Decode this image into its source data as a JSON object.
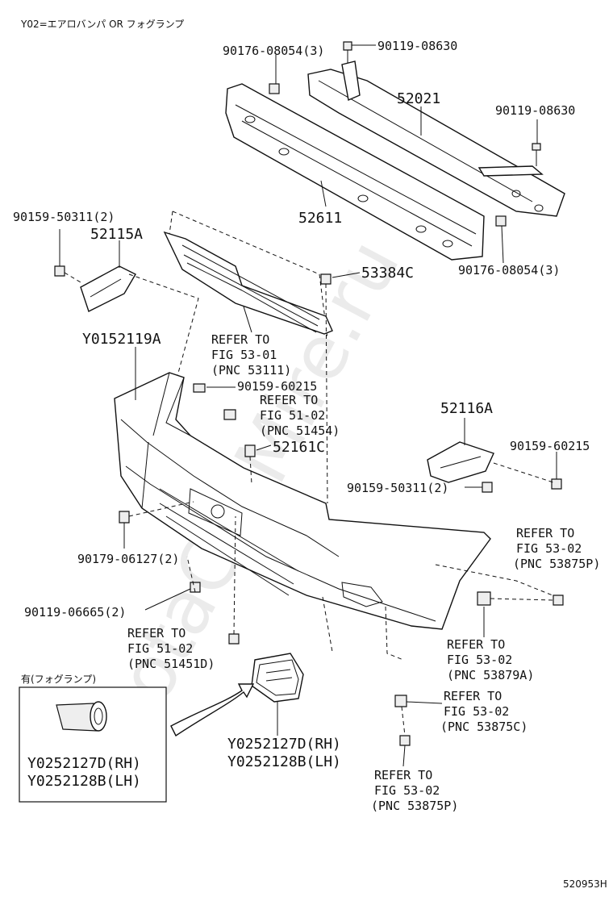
{
  "header": {
    "note": "Y02=エアロバンパ OR フォグランプ"
  },
  "watermark": "ToyotaCarMire.ru",
  "labels": {
    "p90176_top": "90176-08054(3)",
    "p90119_top": "90119-08630",
    "p52021": "52021",
    "p90119_right": "90119-08630",
    "p52611": "52611",
    "p90176_right": "90176-08054(3)",
    "p90159_left": "90159-50311(2)",
    "p52115A": "52115A",
    "p53384C": "53384C",
    "pY0152119A": "Y0152119A",
    "ref_5301_1": "REFER TO",
    "ref_5301_2": "FIG 53-01",
    "ref_5301_3": "(PNC 53111)",
    "p90159_60215_a": "90159-60215",
    "ref_5102a_1": "REFER TO",
    "ref_5102a_2": "FIG 51-02",
    "ref_5102a_3": "(PNC 51454)",
    "p52161C": "52161C",
    "p52116A": "52116A",
    "p90159_60215_b": "90159-60215",
    "p90159_50311_b": "90159-50311(2)",
    "ref_53875P_a_1": "REFER TO",
    "ref_53875P_a_2": "FIG 53-02",
    "ref_53875P_a_3": "(PNC 53875P)",
    "p90179": "90179-06127(2)",
    "p90119_06665": "90119-06665(2)",
    "ref_5102b_1": "REFER TO",
    "ref_5102b_2": "FIG 51-02",
    "ref_5102b_3": "(PNC 51451D)",
    "ref_53879A_1": "REFER TO",
    "ref_53879A_2": "FIG 53-02",
    "ref_53879A_3": "(PNC 53879A)",
    "ref_53875C_1": "REFER TO",
    "ref_53875C_2": "FIG 53-02",
    "ref_53875C_3": "(PNC 53875C)",
    "inset_note": "有(フォグランプ)",
    "inset_rh": "Y0252127D(RH)",
    "inset_lh": "Y0252128B(LH)",
    "main_rh": "Y0252127D(RH)",
    "main_lh": "Y0252128B(LH)",
    "ref_53875P_b_1": "REFER TO",
    "ref_53875P_b_2": "FIG 53-02",
    "ref_53875P_b_3": "(PNC 53875P)",
    "footer_code": "520953H"
  }
}
